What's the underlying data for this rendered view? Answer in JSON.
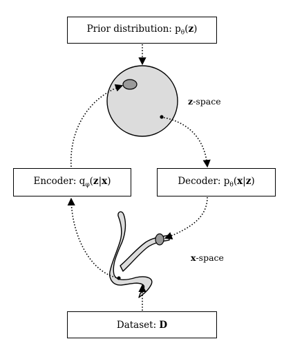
{
  "boxes": {
    "prior": {
      "prefix": "Prior distribution: ",
      "math": "p",
      "sub": "θ",
      "arg": "(",
      "arg_bold": "z",
      "close": ")"
    },
    "encoder": {
      "prefix": "Encoder: ",
      "math": "q",
      "sub": "φ",
      "arg": "(",
      "arg_bold1": "z",
      "bar": "|",
      "arg_bold2": "x",
      "close": ")"
    },
    "decoder": {
      "prefix": "Decoder: ",
      "math": "p",
      "sub": "θ",
      "arg": "(",
      "arg_bold1": "x",
      "bar": "|",
      "arg_bold2": "z",
      "close": ")"
    },
    "dataset": {
      "prefix": "Dataset: ",
      "bold": "D"
    }
  },
  "spaces": {
    "z": {
      "bold": "z",
      "suffix": "-space"
    },
    "x": {
      "bold": "x",
      "suffix": "-space"
    }
  },
  "colors": {
    "shape_fill": "#dcdcdc",
    "blob_fill": "#9a9a9a",
    "line": "#000000"
  }
}
